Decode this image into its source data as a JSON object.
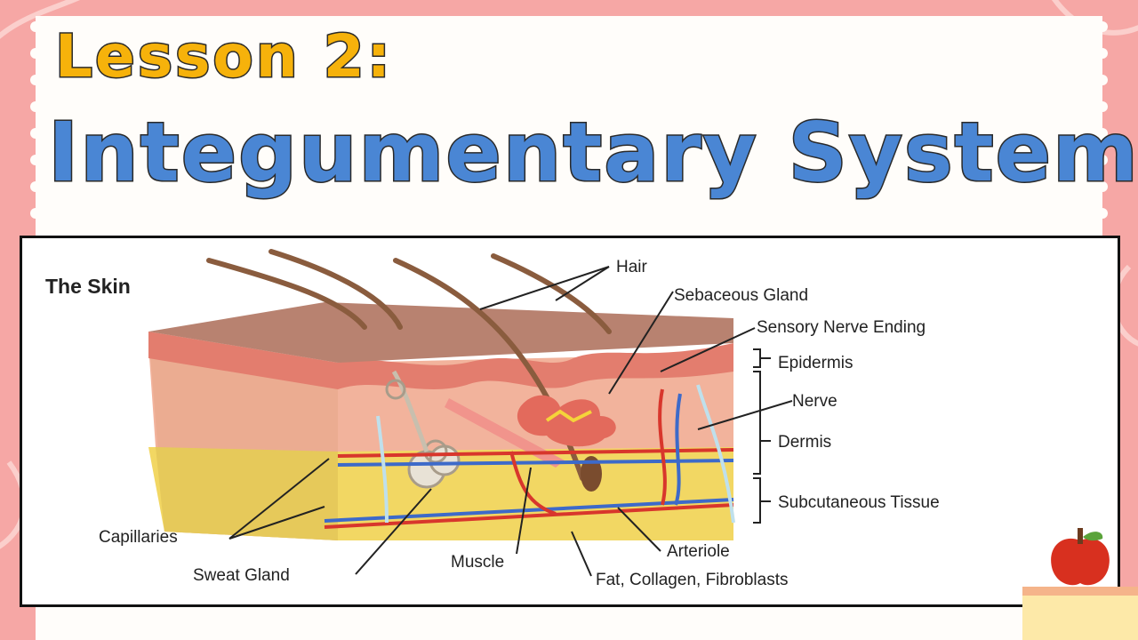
{
  "slide": {
    "title_line1": "Lesson 2:",
    "title_line2": "Integumentary System"
  },
  "diagram": {
    "heading": "The Skin",
    "labels": {
      "hair": "Hair",
      "sebaceous_gland": "Sebaceous Gland",
      "sensory_nerve_ending": "Sensory Nerve Ending",
      "epidermis": "Epidermis",
      "nerve": "Nerve",
      "dermis": "Dermis",
      "subcutaneous_tissue": "Subcutaneous Tissue",
      "capillaries": "Capillaries",
      "sweat_gland": "Sweat Gland",
      "muscle": "Muscle",
      "arteriole": "Arteriole",
      "fat_collagen_fibroblasts": "Fat, Collagen, Fibroblasts"
    }
  },
  "colors": {
    "background": "#f6a7a5",
    "title_line1": "#f6b20b",
    "title_line2": "#4a86d4"
  },
  "decoration": {
    "corner_icon": "apple-on-book-icon"
  }
}
